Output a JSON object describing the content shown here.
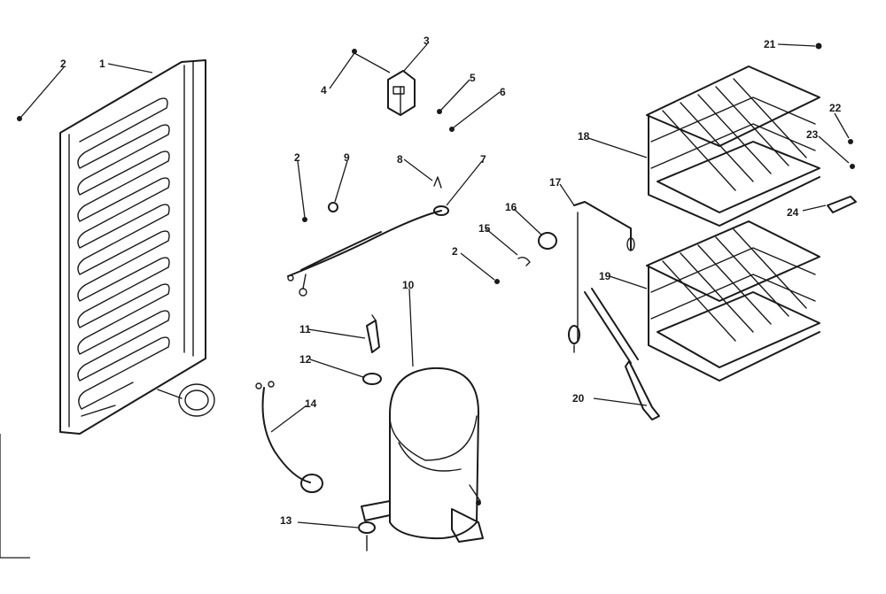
{
  "callouts": {
    "c1": "1",
    "c2a": "2",
    "c2b": "2",
    "c2c": "2",
    "c3": "3",
    "c4": "4",
    "c5": "5",
    "c6": "6",
    "c7": "7",
    "c8": "8",
    "c9": "9",
    "c10": "10",
    "c11": "11",
    "c12": "12",
    "c13": "13",
    "c14": "14",
    "c15": "15",
    "c16": "16",
    "c17": "17",
    "c18": "18",
    "c19": "19",
    "c20": "20",
    "c21": "21",
    "c22": "22",
    "c23": "23",
    "c24": "24"
  }
}
